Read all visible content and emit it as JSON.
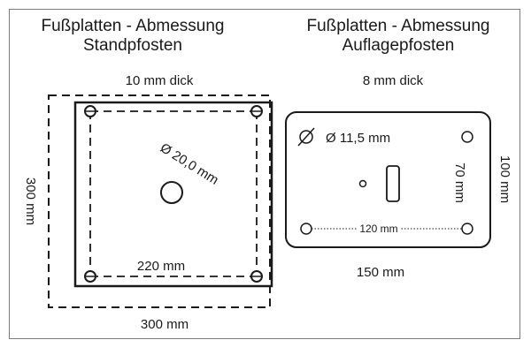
{
  "left_panel": {
    "title_line1": "Fußplatten - Abmessung",
    "title_line2": "Standpfosten",
    "thickness": "10 mm dick",
    "hole_diameter": "Ø 20,0 mm",
    "inner_width": "220 mm",
    "outer_height": "300 mm",
    "outer_width": "300 mm"
  },
  "right_panel": {
    "title_line1": "Fußplatten - Abmessung",
    "title_line2": "Auflagepfosten",
    "thickness": "8 mm dick",
    "hole_diameter": "Ø 11,5 mm",
    "hole_spacing_vertical": "70 mm",
    "hole_spacing_horizontal": "120 mm",
    "plate_height": "100 mm",
    "plate_width": "150 mm"
  },
  "colors": {
    "line": "#1a1a1a",
    "frame": "#7a7a7a"
  },
  "icons": {
    "diameter": "diameter-icon"
  }
}
